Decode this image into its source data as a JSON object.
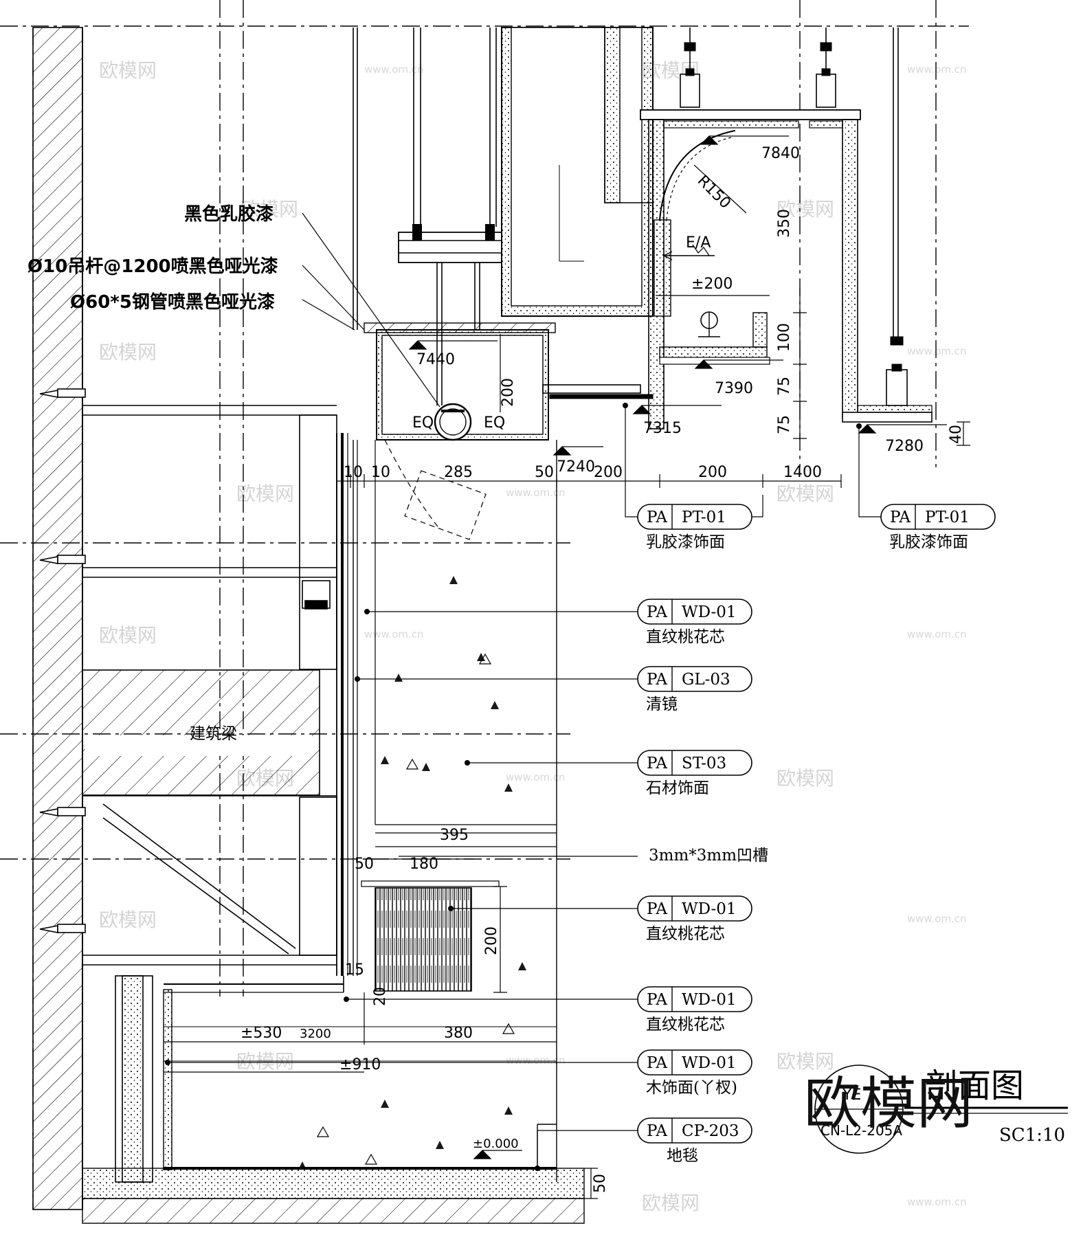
{
  "annotations": {
    "black_latex_paint": "黑色乳胶漆",
    "hanger_rod": "Ø10吊杆@1200喷黑色哑光漆",
    "steel_pipe": "Ø60*5钢管喷黑色哑光漆",
    "building_beam": "建筑梁",
    "groove": "3mm*3mm凹槽"
  },
  "dimensions": {
    "r150": "R150",
    "ea": "E/A",
    "d350": "350",
    "pm200": "±200",
    "d100": "100",
    "d75a": "75",
    "d75b": "75",
    "d40": "40",
    "d7840": "7840",
    "d7440": "7440",
    "d7390": "7390",
    "d7315": "7315",
    "d7280": "7280",
    "d7240": "7240",
    "d200v": "200",
    "eq1": "EQ",
    "eq2": "EQ",
    "d10a": "10",
    "d10b": "10",
    "d285": "285",
    "d50a": "50",
    "d200a": "200",
    "d200b": "200",
    "d1400": "1400",
    "d395": "395",
    "d50b": "50",
    "d180": "180",
    "d200c": "200",
    "d15": "15",
    "d20": "20",
    "pm530": "±530",
    "d3200": "3200",
    "d380": "380",
    "pm910": "±910",
    "zero": "±0.000",
    "d50c": "50"
  },
  "material_tags": [
    {
      "prefix": "PA",
      "code": "PT-01",
      "desc": "乳胶漆饰面"
    },
    {
      "prefix": "PA",
      "code": "PT-01",
      "desc": "乳胶漆饰面"
    },
    {
      "prefix": "PA",
      "code": "WD-01",
      "desc": "直纹桃花芯"
    },
    {
      "prefix": "PA",
      "code": "GL-03",
      "desc": "清镜"
    },
    {
      "prefix": "PA",
      "code": "ST-03",
      "desc": "石材饰面"
    },
    {
      "prefix": "PA",
      "code": "WD-01",
      "desc": "直纹桃花芯"
    },
    {
      "prefix": "PA",
      "code": "WD-01",
      "desc": "直纹桃花芯"
    },
    {
      "prefix": "PA",
      "code": "WD-01",
      "desc": "木饰面(丫杈)"
    },
    {
      "prefix": "PA",
      "code": "CP-203",
      "desc": "地毯"
    }
  ],
  "title_block": {
    "title": "剖面图",
    "ref": "YE",
    "sheet": "CN-L2-205A",
    "scale": "SC1:10"
  },
  "watermark": {
    "brand": "欧模网",
    "url": "www.om.cn"
  }
}
